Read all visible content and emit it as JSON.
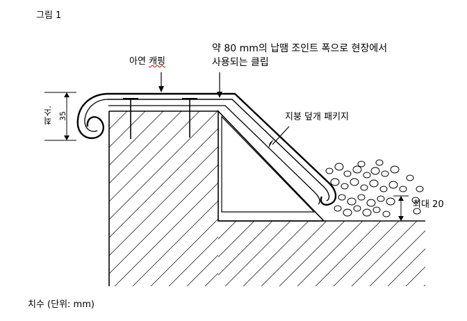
{
  "figure_title": "그림 1",
  "labels": {
    "zinc_capping_word1": "아연 ",
    "zinc_capping_word2": "캐핑",
    "clip_line1": "약 80 mm의 납땜 조인트 폭으로 현장에서",
    "clip_line2": "사용되는 클립",
    "roof_package": "지붕 덮개 패키지",
    "max_gravel": "최대 20",
    "min_label": "최소.",
    "min_value": "35",
    "units_note": "치수 (단위: mm)"
  },
  "colors": {
    "line": "#000000",
    "background": "#ffffff",
    "spellcheck_underline": "#c00000"
  }
}
